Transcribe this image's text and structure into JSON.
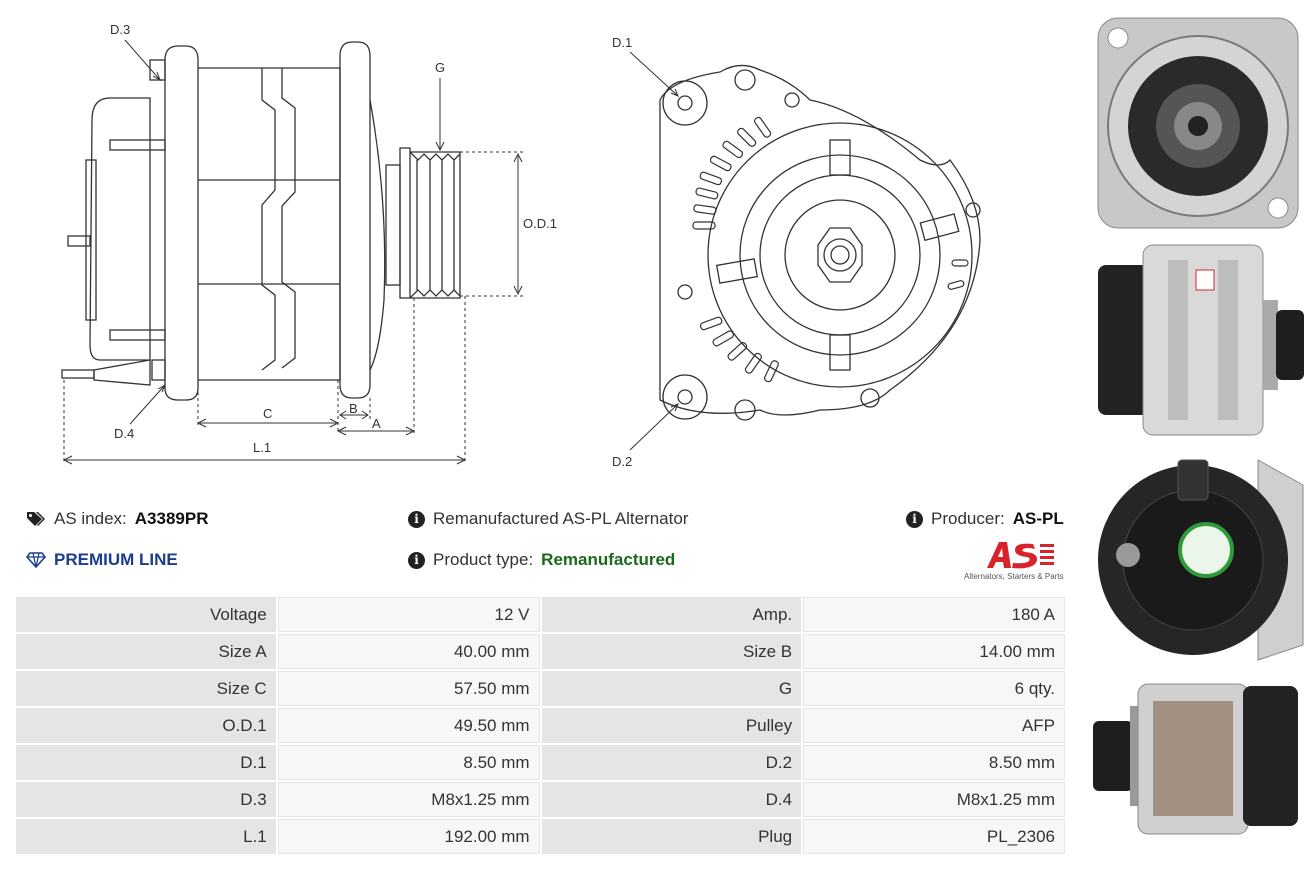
{
  "diagram": {
    "side_labels": {
      "d3": "D.3",
      "g": "G",
      "od1": "O.D.1",
      "c": "C",
      "b": "B",
      "a": "A",
      "d4": "D.4",
      "l1": "L.1"
    },
    "front_labels": {
      "d1": "D.1",
      "d2": "D.2"
    }
  },
  "info": {
    "as_index_label": "AS index:",
    "as_index_value": "A3389PR",
    "premium": "PREMIUM LINE",
    "description": "Remanufactured AS-PL Alternator",
    "product_type_label": "Product type:",
    "product_type_value": "Remanufactured",
    "producer_label": "Producer:",
    "producer_value": "AS-PL",
    "logo_tagline": "Alternators, Starters & Parts"
  },
  "specs": [
    {
      "k1": "Voltage",
      "v1": "12 V",
      "k2": "Amp.",
      "v2": "180 A"
    },
    {
      "k1": "Size A",
      "v1": "40.00 mm",
      "k2": "Size B",
      "v2": "14.00 mm"
    },
    {
      "k1": "Size C",
      "v1": "57.50 mm",
      "k2": "G",
      "v2": "6 qty."
    },
    {
      "k1": "O.D.1",
      "v1": "49.50 mm",
      "k2": "Pulley",
      "v2": "AFP"
    },
    {
      "k1": "D.1",
      "v1": "8.50 mm",
      "k2": "D.2",
      "v2": "8.50 mm"
    },
    {
      "k1": "D.3",
      "v1": "M8x1.25 mm",
      "k2": "D.4",
      "v2": "M8x1.25 mm"
    },
    {
      "k1": "L.1",
      "v1": "192.00 mm",
      "k2": "Plug",
      "v2": "PL_2306"
    }
  ],
  "colors": {
    "accent": "#1a3d8f",
    "green": "#1c6a1c",
    "logo_red": "#d8232a"
  }
}
